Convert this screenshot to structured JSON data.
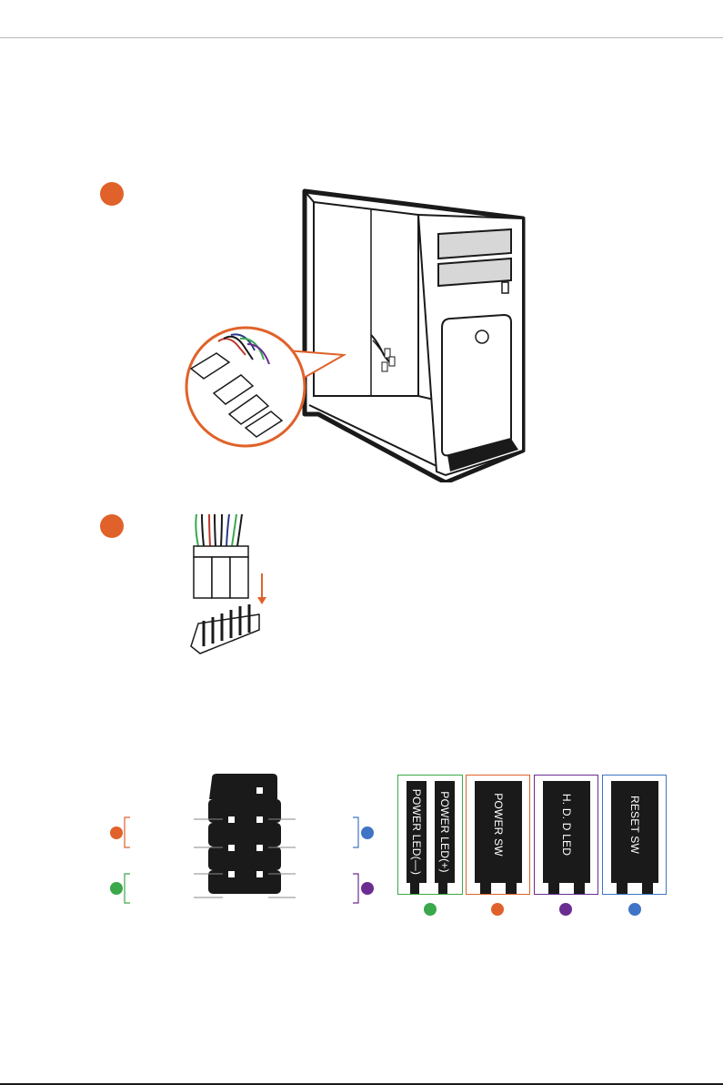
{
  "colors": {
    "orange": "#e0622a",
    "blue": "#3f74c6",
    "green": "#3aa84b",
    "purple": "#6a2c91",
    "connector_body": "#1a1a1a"
  },
  "connectors": [
    {
      "labels": [
        "POWER LED(—)",
        "POWER LED(+)"
      ],
      "color": "#3aa84b"
    },
    {
      "labels": [
        "POWER SW"
      ],
      "color": "#e0622a"
    },
    {
      "labels": [
        "H. D. D LED"
      ],
      "color": "#6a2c91"
    },
    {
      "labels": [
        "RESET SW"
      ],
      "color": "#3f74c6"
    }
  ]
}
